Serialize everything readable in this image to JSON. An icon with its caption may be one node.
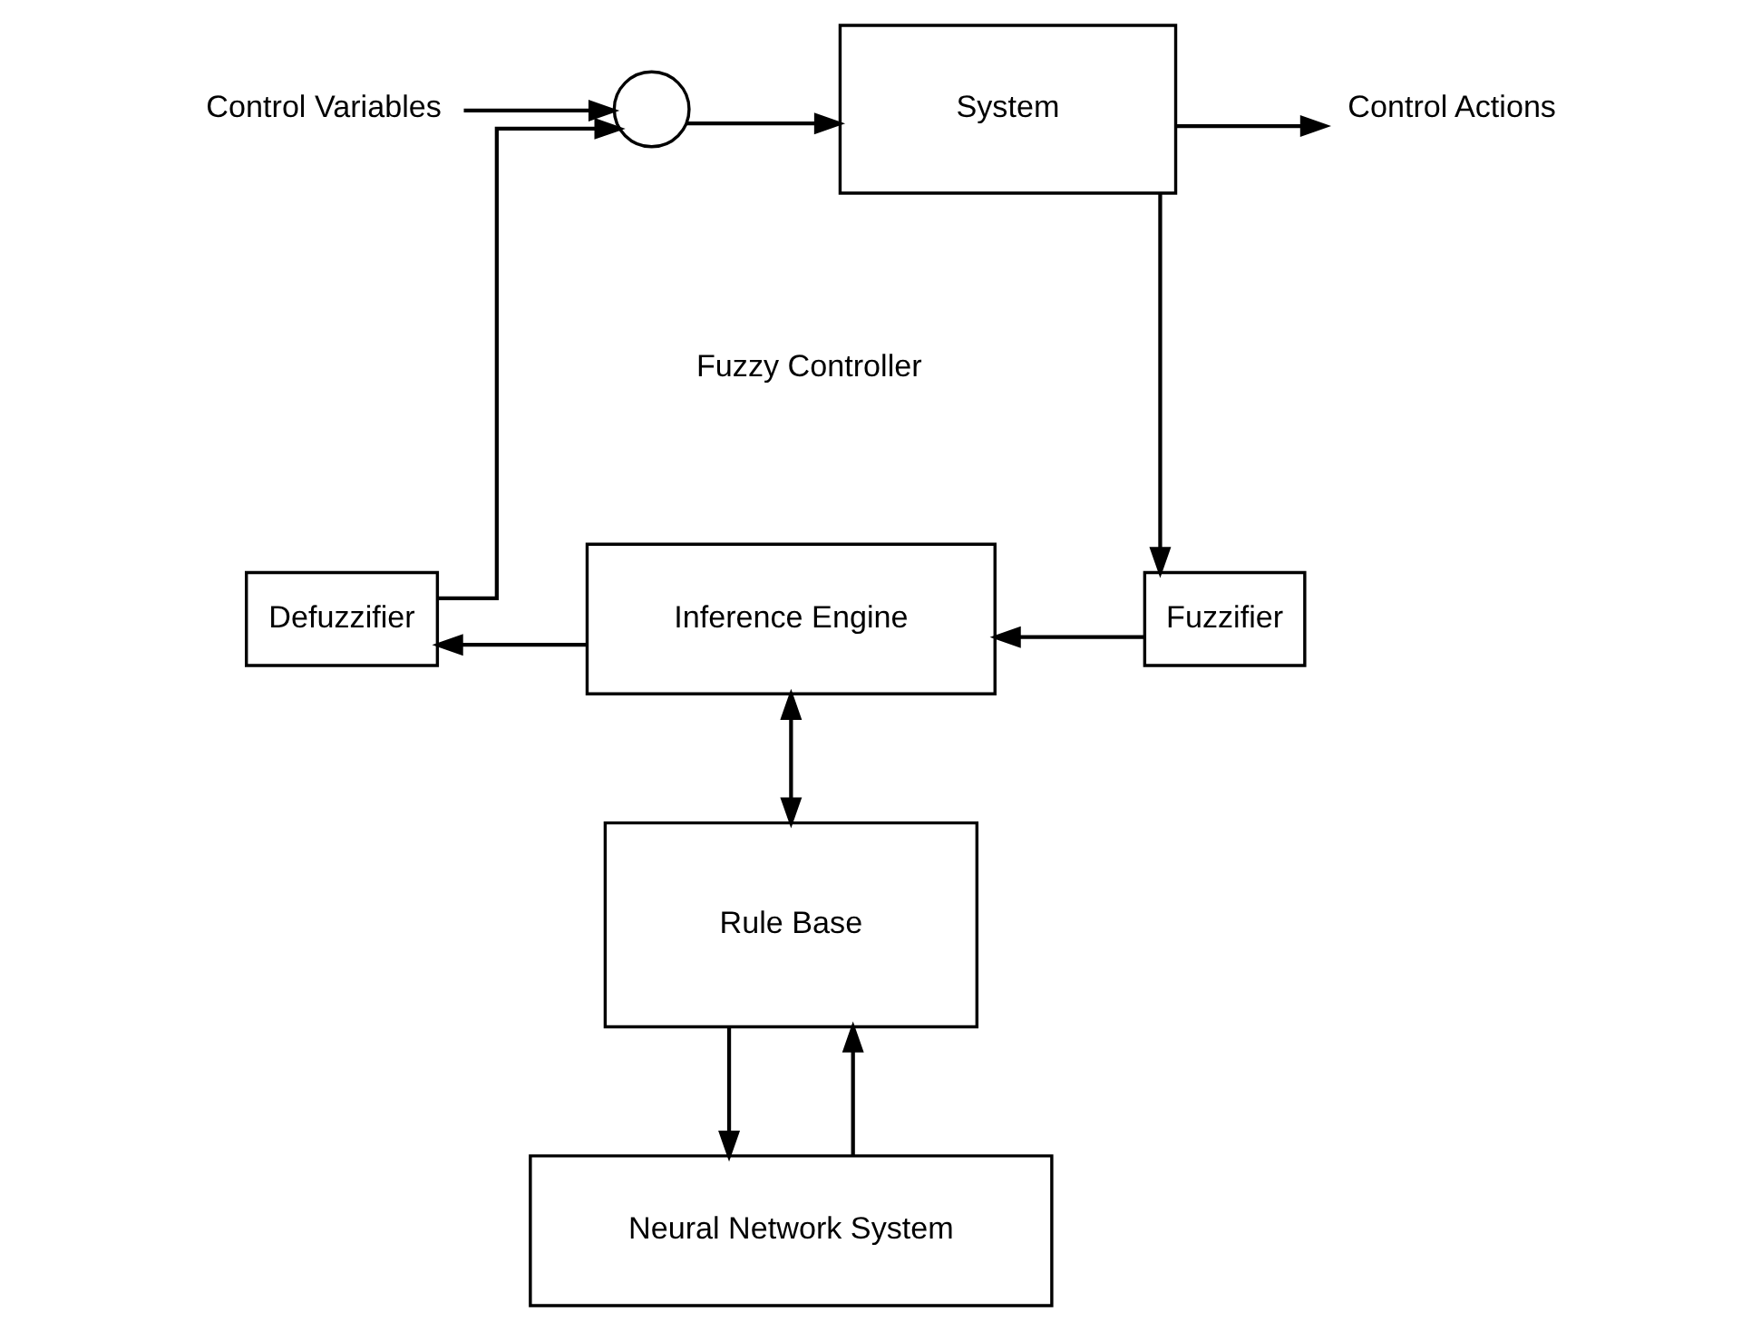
{
  "diagram": {
    "nodes": [
      {
        "text": [
          "Control Variables"
        ]
      },
      {
        "text": [],
        "shape": "circle"
      },
      {
        "text": [
          "System"
        ]
      },
      {
        "text": [
          "Control Actions"
        ]
      },
      {
        "text": [
          "Defuzzifier"
        ]
      },
      {
        "text": [
          "Inference Engine"
        ]
      },
      {
        "text": [
          "Fuzzifier"
        ]
      },
      {
        "text": [
          "Rule Base"
        ]
      },
      {
        "text": [
          "Neural Network System"
        ]
      }
    ],
    "edges": [
      {
        "from": 0,
        "to": 1,
        "arrow": "to"
      },
      {
        "from": 1,
        "to": 2,
        "arrow": "to"
      },
      {
        "from": 2,
        "to": 3,
        "arrow": "to"
      },
      {
        "from": 2,
        "to": 6,
        "arrow": "to"
      },
      {
        "from": 6,
        "to": 5,
        "arrow": "to"
      },
      {
        "from": 5,
        "to": 4,
        "arrow": "to"
      },
      {
        "from": 4,
        "to": 1,
        "arrow": "to"
      },
      {
        "from": 5,
        "to": 7,
        "arrow": "both"
      },
      {
        "from": 8,
        "to": 7,
        "arrow": "to"
      },
      {
        "from": 7,
        "to": 8,
        "arrow": "to"
      }
    ],
    "labels": [
      "Fuzzy Controller"
    ]
  }
}
